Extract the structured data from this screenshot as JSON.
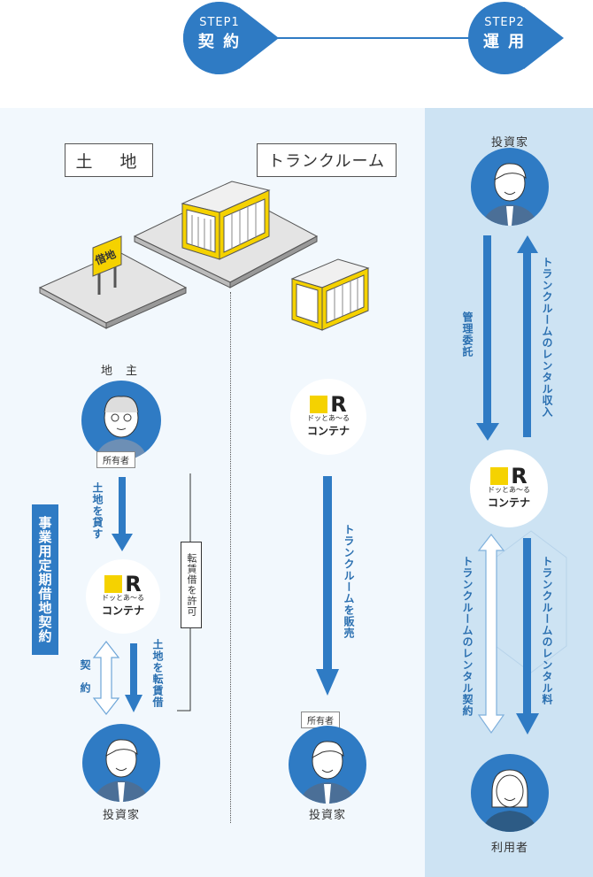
{
  "steps": [
    {
      "step": "STEP1",
      "name": "契 約"
    },
    {
      "step": "STEP2",
      "name": "運 用"
    }
  ],
  "labels": {
    "land": "土　地",
    "trunkroom": "トランクルーム",
    "sign": "借地",
    "landowner": "地　主",
    "owner_tag": "所有者",
    "investor": "投資家",
    "user": "利用者",
    "contract_title": "事業用定期借地契約",
    "lend_land": "土地を貸す",
    "sublease": "土地を転賃借",
    "contract": "契　約",
    "permit": "転賃借を許可",
    "sell_trunk": "トランクルームを販売",
    "mgmt": "管理委託",
    "rental_income": "トランクルームのレンタル収入",
    "rental_contract": "トランクルームのレンタル契約",
    "rental_fee": "トランクルームのレンタル料"
  },
  "logo": {
    "mark": "R",
    "sub": "ドッとあ～る",
    "main": "コンテナ"
  },
  "colors": {
    "accent": "#2a6fb0",
    "step": "#2f7bc4",
    "bg_left": "#f2f8fd",
    "bg_right": "#cde3f3",
    "yellow": "#f5d200"
  }
}
